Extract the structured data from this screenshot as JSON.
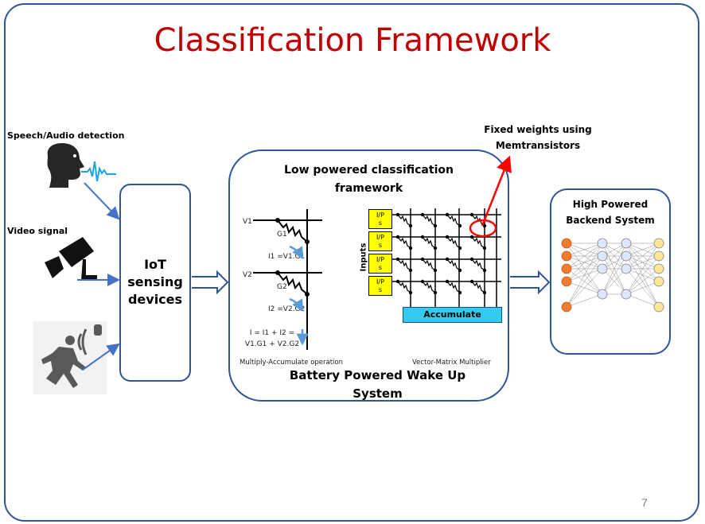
{
  "slide": {
    "title": "Classification Framework",
    "page_number": "7",
    "colors": {
      "title": "#c00000",
      "border": "#2f5597",
      "arrow": "#4472c4",
      "callout": "#ff0000",
      "input_box": "#ffff00",
      "accumulate_box": "#33ccf0",
      "current_arrow": "#5b9bd5"
    }
  },
  "inputs": [
    {
      "label": "Speech/Audio detection",
      "icon": "speaking-head-icon"
    },
    {
      "label": "Video signal",
      "icon": "security-camera-icon"
    },
    {
      "label": "",
      "icon": "motion-sensor-icon"
    }
  ],
  "iot": {
    "lines": [
      "IoT",
      "sensing",
      "devices"
    ]
  },
  "low_power": {
    "title_line1": "Low powered classification",
    "title_line2": "framework",
    "footer_line1": "Battery Powered Wake Up",
    "footer_line2": "System",
    "mac": {
      "v1": "V1",
      "v2": "V2",
      "g1": "G1",
      "g2": "G2",
      "i1": "I1 =V1.G1",
      "i2": "I2 =V2.G2",
      "sum_line1": "I = I1 + I2 =",
      "sum_line2": "V1.G1 + V2.G2",
      "caption": "Multiply-Accumulate operation"
    },
    "vmm": {
      "inputs_label": "Inputs",
      "input_cells": [
        "I/P s",
        "I/P s",
        "I/P s",
        "I/P s"
      ],
      "accumulate_label": "Accumulate",
      "caption": "Vector-Matrix Multiplier"
    }
  },
  "callout": {
    "line1": "Fixed weights using",
    "line2": "Memtransistors"
  },
  "high_power": {
    "title_line1": "High Powered",
    "title_line2": "Backend System",
    "network_layers": [
      {
        "nodes": 5,
        "color": "#ed7d31"
      },
      {
        "nodes": 4,
        "color": "#dae8fc"
      },
      {
        "nodes": 4,
        "color": "#dae8fc"
      },
      {
        "nodes": 5,
        "color": "#ffe699"
      }
    ]
  }
}
